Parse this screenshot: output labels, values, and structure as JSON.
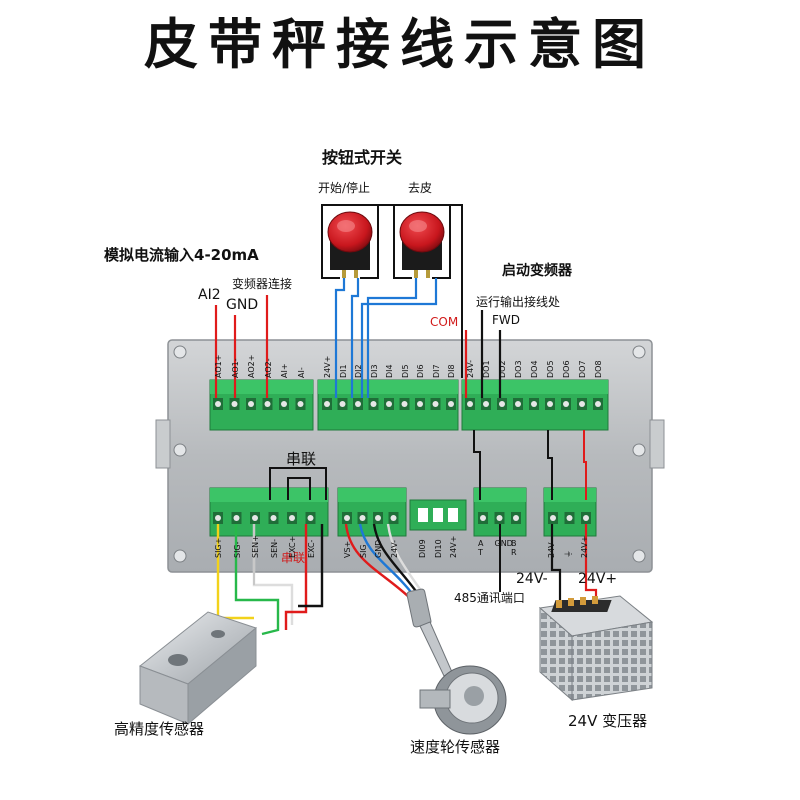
{
  "title": "皮带秤接线示意图",
  "switch_group": {
    "title": "按钮式开关",
    "start_stop": "开始/停止",
    "tare": "去皮"
  },
  "analog": {
    "title": "模拟电流输入4-20mA",
    "ai2": "AI2",
    "gnd": "GND",
    "inverter_link": "变频器连接"
  },
  "start_inverter": {
    "title": "启动变频器",
    "run_output": "运行输出接线处",
    "fwd": "FWD",
    "com": "COM"
  },
  "top_left_terminals": [
    "AO1+",
    "AO1-",
    "AO2+",
    "AO2-",
    "AI+",
    "AI-"
  ],
  "top_mid_terminals": [
    "24V+",
    "DI1",
    "DI2",
    "DI3",
    "DI4",
    "DI5",
    "DI6",
    "DI7",
    "DI8"
  ],
  "top_right_terminals": [
    "24V-",
    "DO1",
    "DO2",
    "DO3",
    "DO4",
    "DO5",
    "DO6",
    "DO7",
    "DO8"
  ],
  "bottom_left_terminals": [
    "SIG+",
    "SIG-",
    "SEN+",
    "SEN-",
    "EXC+",
    "EXC-"
  ],
  "bottom_mid_terminals": [
    "VS+",
    "SIG",
    "GND",
    "24V-"
  ],
  "bottom_di_terminals": [
    "DI09",
    "DI10",
    "24V+"
  ],
  "bottom_485_terminals": [
    "A",
    "GND",
    "B"
  ],
  "bottom_485_sub": [
    "T",
    "",
    "R"
  ],
  "bottom_power_terminals": [
    "24V-",
    "⏚",
    "24V+"
  ],
  "series_top": "串联",
  "series_bottom": "串联",
  "port_485": "485通讯端口",
  "power_minus": "24V-",
  "power_plus": "24V+",
  "sensor_label": "高精度传感器",
  "speed_label": "速度轮传感器",
  "transformer_label": "24V 变压器",
  "colors": {
    "terminal_green": "#2fae57",
    "panel_gray": "#b9bcbf",
    "wire_red": "#e01b1b",
    "wire_blue": "#1e78d6",
    "wire_black": "#111111",
    "wire_yellow": "#f2d21b",
    "wire_green": "#27b84a",
    "wire_white": "#dddddd",
    "button_red": "#c8161d"
  }
}
